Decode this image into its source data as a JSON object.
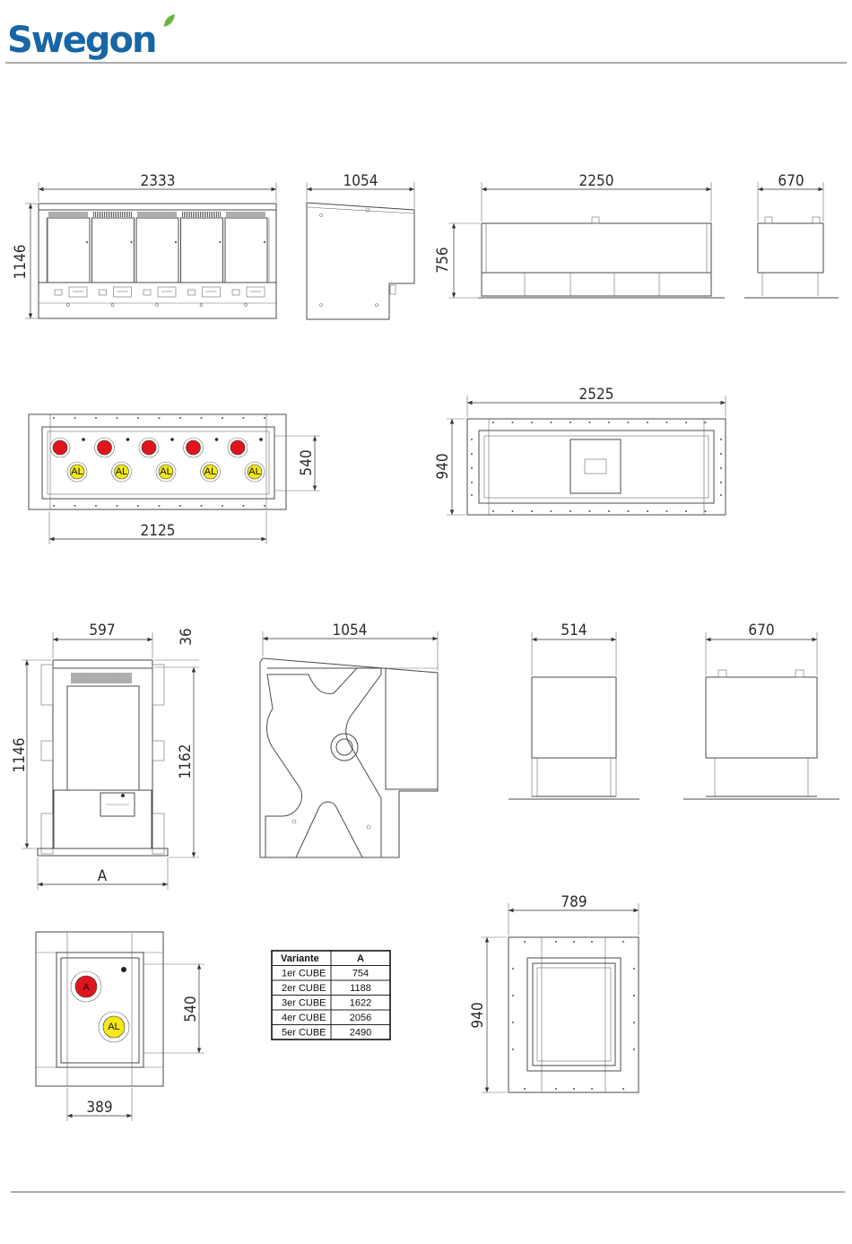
{
  "brand": {
    "logo_text": "Swegon",
    "accent": "#1766a6",
    "leaf": "#6cb33f"
  },
  "dimensions": {
    "front_width": "2333",
    "front_height": "1146",
    "side_depth": "1054",
    "top_length": "2250",
    "top_height": "756",
    "top_side_width": "670",
    "bottom_depth": "540",
    "bottom_width": "2125",
    "roof_length": "2525",
    "roof_depth": "940",
    "single_width": "597",
    "single_offset": "36",
    "single_height": "1146",
    "single_total_height": "1162",
    "single_variant": "A",
    "single_side_depth": "1054",
    "single_top_width": "514",
    "single_top_side": "670",
    "single_bottom_depth": "540",
    "single_bottom_width": "389",
    "single_roof_width": "789",
    "single_roof_depth": "940"
  },
  "connections": {
    "red_label": "A",
    "yellow_label": "AL",
    "red_color": "#e0151b",
    "yellow_color": "#f2e81a"
  },
  "table": {
    "headers": [
      "Variante",
      "A"
    ],
    "rows": [
      [
        "1er CUBE",
        "754"
      ],
      [
        "2er CUBE",
        "1188"
      ],
      [
        "3er CUBE",
        "1622"
      ],
      [
        "4er CUBE",
        "2056"
      ],
      [
        "5er CUBE",
        "2490"
      ]
    ]
  }
}
